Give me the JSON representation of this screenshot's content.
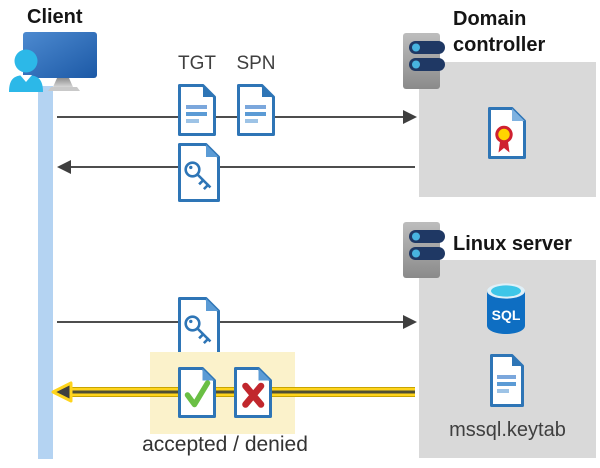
{
  "client": {
    "label": "Client"
  },
  "domain_controller": {
    "title": "Domain controller"
  },
  "linux_server": {
    "title": "Linux server",
    "sql_badge": "SQL",
    "keytab_label": "mssql.keytab"
  },
  "flow": {
    "tgt_label": "TGT",
    "spn_label": "SPN",
    "result_label": "accepted / denied",
    "arrows": [
      {
        "from": "client",
        "to": "domain-controller",
        "direction": "right"
      },
      {
        "from": "domain-controller",
        "to": "client",
        "direction": "left"
      },
      {
        "from": "client",
        "to": "linux-server",
        "direction": "right"
      },
      {
        "from": "linux-server",
        "to": "client",
        "direction": "left",
        "highlighted": true
      }
    ]
  },
  "icons": {
    "client": "user-workstation-icon",
    "domain_controller": "server-icon",
    "linux_server": "server-icon",
    "tgt": "text-document-icon",
    "spn": "text-document-icon",
    "session_key": "key-document-icon",
    "certificate": "certificate-document-icon",
    "database": "sql-database-icon",
    "keytab": "text-document-icon",
    "accepted": "check-document-icon",
    "denied": "x-document-icon"
  },
  "colors": {
    "doc_blue": "#2e75b6",
    "doc_fill_blue": "#5b9bd5",
    "person_cyan": "#2cb8e8",
    "panel_gray": "#d9d9d9",
    "arrow_gray": "#4d4d4d",
    "lifeline_blue": "#b4d3f2",
    "highlight_yellow": "#fbf2cb",
    "flow_yellow": "#ffd41c",
    "accept_green": "#6abf44",
    "deny_red": "#c1272d",
    "sql_blue": "#0e6ec2",
    "seal_yellow": "#ffd500",
    "seal_red": "#cf2030"
  }
}
